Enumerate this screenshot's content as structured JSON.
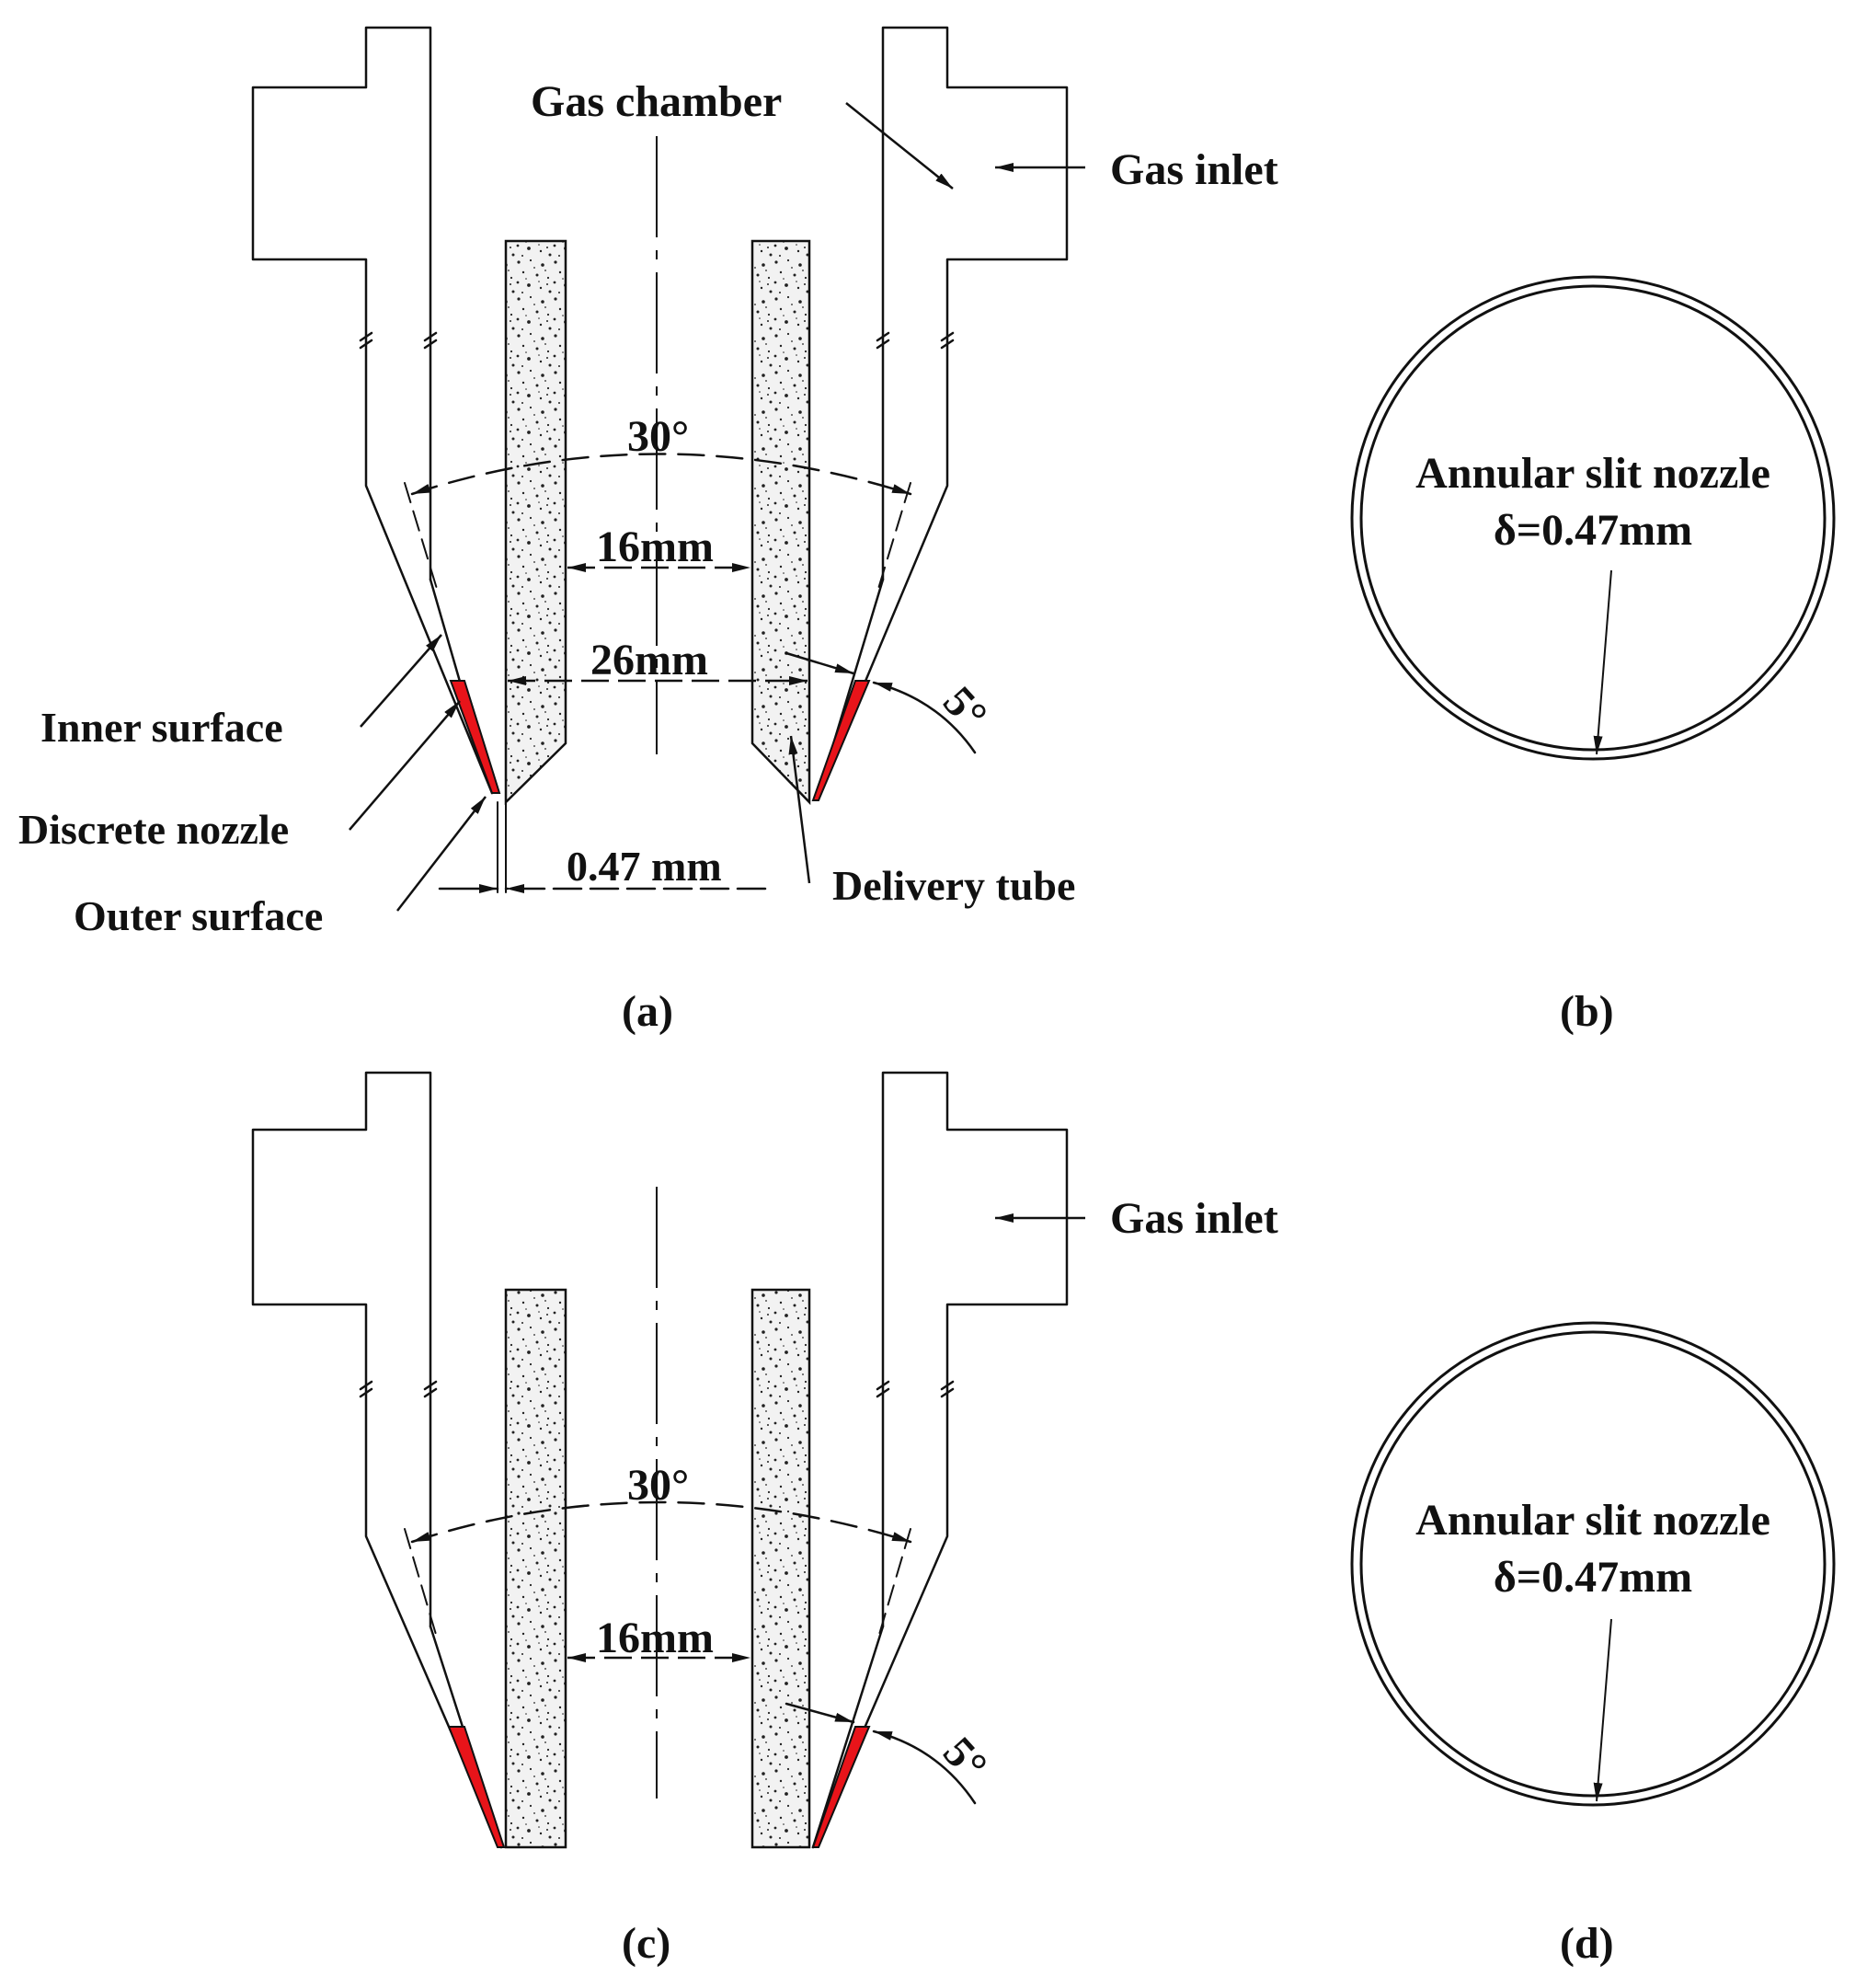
{
  "panels": {
    "a": {
      "label": "(a)",
      "gas_chamber": "Gas chamber",
      "gas_inlet": "Gas inlet",
      "angle_30": "30°",
      "dim_16": "16mm",
      "dim_26": "26mm",
      "angle_5": "5°",
      "inner_surface": "Inner surface",
      "discrete_nozzle": "Discrete nozzle",
      "outer_surface": "Outer surface",
      "dim_gap": "0.47 mm",
      "delivery_tube": "Delivery tube"
    },
    "b": {
      "label": "(b)",
      "title": "Annular slit nozzle",
      "delta": "δ=0.47mm"
    },
    "c": {
      "label": "(c)",
      "gas_inlet": "Gas inlet",
      "angle_30": "30°",
      "dim_16": "16mm",
      "angle_5": "5°"
    },
    "d": {
      "label": "(d)",
      "title": "Annular slit nozzle",
      "delta": "δ=0.47mm"
    }
  },
  "colors": {
    "nozzle_red": "#e8141a",
    "line": "#111111",
    "speckle_fill": "#f2f2f2"
  }
}
